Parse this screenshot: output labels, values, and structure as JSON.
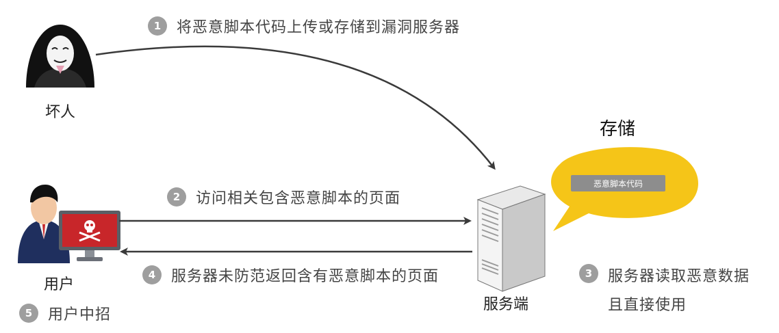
{
  "actors": {
    "attacker_label": "坏人",
    "user_label": "用户",
    "server_label": "服务端",
    "storage_label": "存储"
  },
  "storage": {
    "code_label": "恶意脚本代码"
  },
  "steps": [
    {
      "num": "1",
      "text": "将恶意脚本代码上传或存储到漏洞服务器"
    },
    {
      "num": "2",
      "text": "访问相关包含恶意脚本的页面"
    },
    {
      "num": "3",
      "text": "服务器读取恶意数据",
      "text2": "且直接使用"
    },
    {
      "num": "4",
      "text": "服务器未防范返回含有恶意脚本的页面"
    },
    {
      "num": "5",
      "text": "用户中招"
    }
  ],
  "colors": {
    "badge": "#9e9e9e",
    "arrow": "#3a3a3a",
    "bubble": "#f5c518",
    "monitor": "#c8262a"
  }
}
